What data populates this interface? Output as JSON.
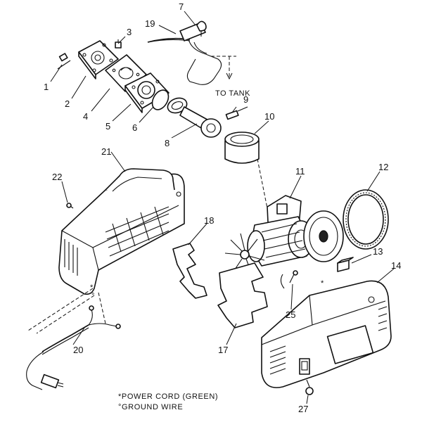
{
  "callouts": [
    {
      "id": "1",
      "label": "1"
    },
    {
      "id": "2",
      "label": "2"
    },
    {
      "id": "3",
      "label": "3"
    },
    {
      "id": "4",
      "label": "4"
    },
    {
      "id": "5",
      "label": "5"
    },
    {
      "id": "6",
      "label": "6"
    },
    {
      "id": "7",
      "label": "7"
    },
    {
      "id": "8",
      "label": "8"
    },
    {
      "id": "9",
      "label": "9"
    },
    {
      "id": "10",
      "label": "10"
    },
    {
      "id": "11",
      "label": "11"
    },
    {
      "id": "12",
      "label": "12"
    },
    {
      "id": "13",
      "label": "13"
    },
    {
      "id": "14",
      "label": "14"
    },
    {
      "id": "17",
      "label": "17"
    },
    {
      "id": "18",
      "label": "18"
    },
    {
      "id": "19",
      "label": "19"
    },
    {
      "id": "20",
      "label": "20"
    },
    {
      "id": "21",
      "label": "21"
    },
    {
      "id": "22",
      "label": "22"
    },
    {
      "id": "25",
      "label": "25"
    },
    {
      "id": "27",
      "label": "27"
    }
  ],
  "annotations": {
    "to_tank": "TO TANK"
  },
  "legend": {
    "power_cord": "*POWER CORD (GREEN)",
    "ground_wire": "°GROUND WIRE"
  },
  "symbols": {
    "asterisk": "*",
    "degree": "°"
  }
}
